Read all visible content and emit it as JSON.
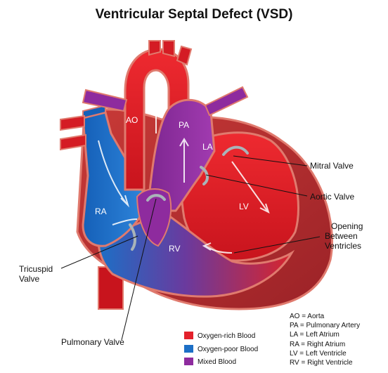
{
  "title": "Ventricular Septal Defect (VSD)",
  "chambers": {
    "ao": "AO",
    "pa": "PA",
    "la": "LA",
    "lv": "LV",
    "ra": "RA",
    "rv": "RV"
  },
  "callouts": {
    "mitral_valve": "Mitral Valve",
    "aortic_valve": "Aortic Valve",
    "opening_line1": "Opening",
    "opening_line2": "Between",
    "opening_line3": "Ventricles",
    "tricuspid_line1": "Tricuspid",
    "tricuspid_line2": "Valve",
    "pulmonary_valve": "Pulmonary Valve"
  },
  "legend": [
    {
      "label": "Oxygen-rich Blood",
      "color": "#e3212b"
    },
    {
      "label": "Oxygen-poor Blood",
      "color": "#1c6fc6"
    },
    {
      "label": "Mixed Blood",
      "color": "#8e2b9e"
    }
  ],
  "abbreviations": [
    "AO = Aorta",
    "PA = Pulmonary Artery",
    "LA = Left Atrium",
    "RA = Right Atrium",
    "LV = Left Ventricle",
    "RV = Right Ventricle"
  ],
  "colors": {
    "oxygen_rich": "#e3212b",
    "oxygen_poor": "#1c6fc6",
    "mixed": "#8e2b9e",
    "muscle": "#b52a2e",
    "muscle_outline": "#e07a6e",
    "valve": "#a9b4b9"
  }
}
